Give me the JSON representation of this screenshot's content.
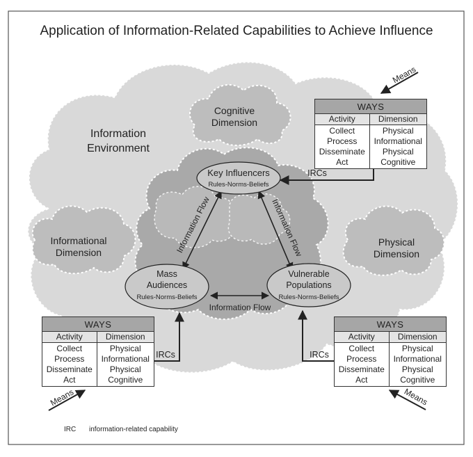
{
  "title": "Application of Information-Related Capabilities to Achieve Influence",
  "regions": {
    "information_environment": "Information\nEnvironment",
    "cognitive": "Cognitive\nDimension",
    "informational": "Informational\nDimension",
    "physical": "Physical\nDimension"
  },
  "nodes": {
    "key_influencers": {
      "name": "Key Influencers",
      "sub": "Rules-Norms-Beliefs"
    },
    "mass_audiences": {
      "name": "Mass\nAudiences",
      "sub": "Rules-Norms-Beliefs"
    },
    "vulnerable_populations": {
      "name": "Vulnerable\nPopulations",
      "sub": "Rules-Norms-Beliefs"
    }
  },
  "flows": {
    "left": "Information Flow",
    "right": "Information Flow",
    "bottom": "Information Flow"
  },
  "ways_table": {
    "title": "WAYS",
    "col_activity": "Activity",
    "col_dimension": "Dimension",
    "activities": [
      "Collect",
      "Process",
      "Disseminate",
      "Act"
    ],
    "dimensions": [
      "Physical",
      "Informational",
      "Physical",
      "Cognitive"
    ]
  },
  "irc_label": "IRCs",
  "means_label": "Means",
  "footnote": {
    "abbr": "IRC",
    "definition": "information-related capability"
  },
  "colors": {
    "frame": "#555555",
    "outer_cloud": "#d9d9d9",
    "mid_cloud": "#c4c4c4",
    "inner_cloud": "#b0b0b0",
    "node_fill": "#c9c9c9",
    "table_title": "#a6a6a6",
    "table_header": "#e4e4e4",
    "line": "#222222"
  }
}
